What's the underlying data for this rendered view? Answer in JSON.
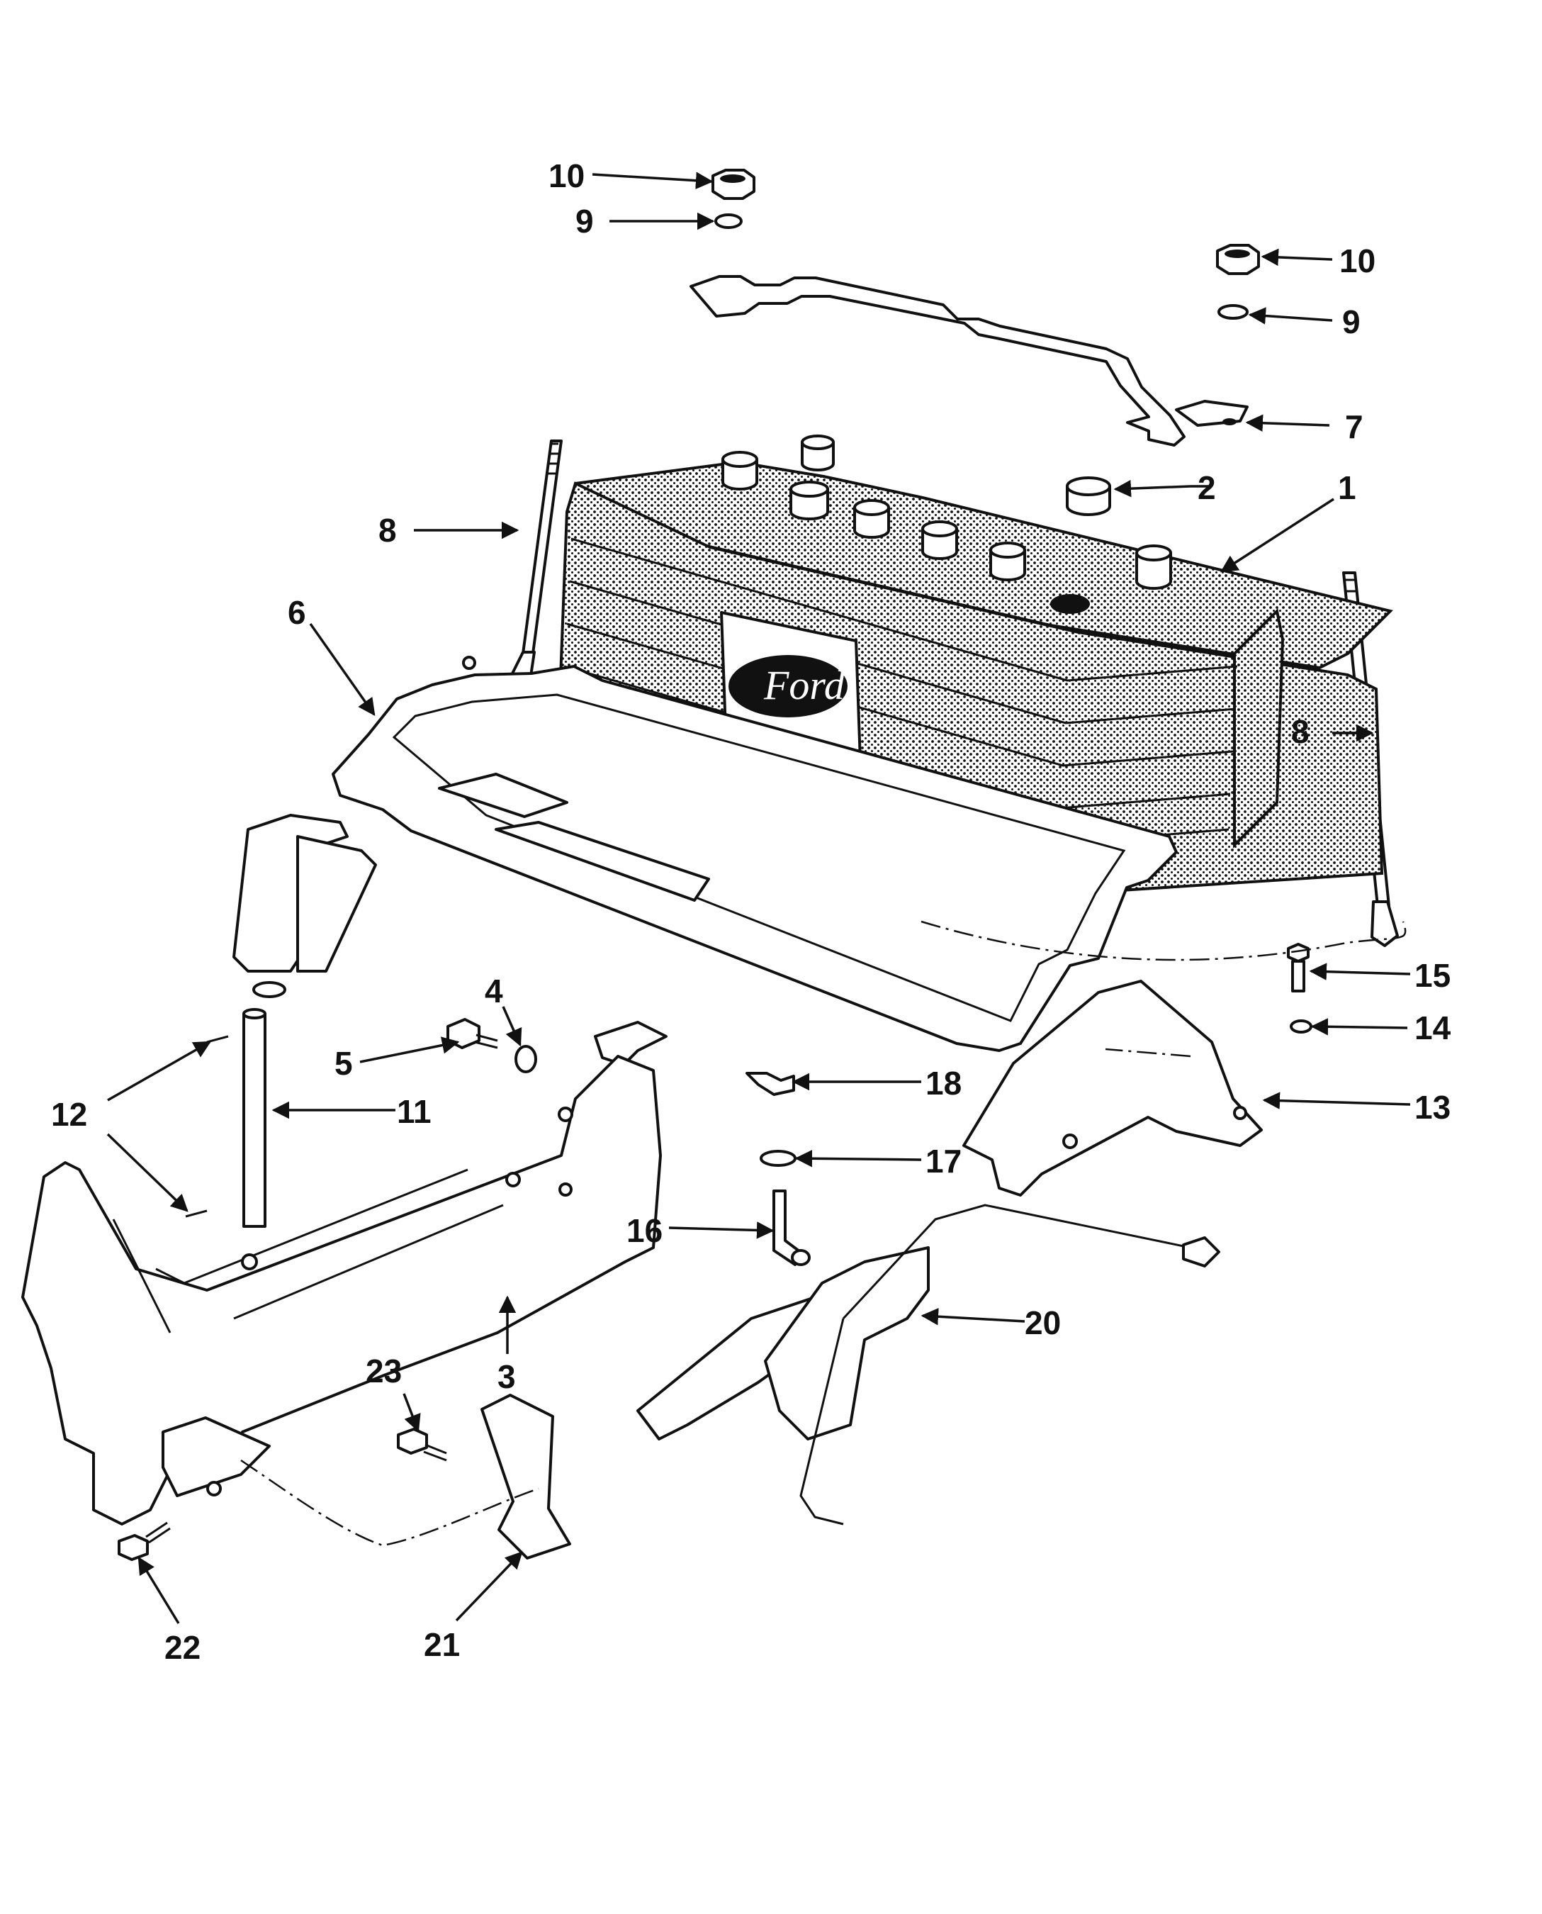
{
  "diagram": {
    "battery_logo": "Ford",
    "callouts": [
      {
        "id": "c1",
        "label": "1"
      },
      {
        "id": "c2",
        "label": "2"
      },
      {
        "id": "c3",
        "label": "3"
      },
      {
        "id": "c4",
        "label": "4"
      },
      {
        "id": "c5",
        "label": "5"
      },
      {
        "id": "c6",
        "label": "6"
      },
      {
        "id": "c7",
        "label": "7"
      },
      {
        "id": "c8a",
        "label": "8"
      },
      {
        "id": "c8b",
        "label": "8"
      },
      {
        "id": "c9a",
        "label": "9"
      },
      {
        "id": "c9b",
        "label": "9"
      },
      {
        "id": "c10a",
        "label": "10"
      },
      {
        "id": "c10b",
        "label": "10"
      },
      {
        "id": "c11",
        "label": "11"
      },
      {
        "id": "c12",
        "label": "12"
      },
      {
        "id": "c13",
        "label": "13"
      },
      {
        "id": "c14",
        "label": "14"
      },
      {
        "id": "c15",
        "label": "15"
      },
      {
        "id": "c16",
        "label": "16"
      },
      {
        "id": "c17",
        "label": "17"
      },
      {
        "id": "c18",
        "label": "18"
      },
      {
        "id": "c20",
        "label": "20"
      },
      {
        "id": "c21",
        "label": "21"
      },
      {
        "id": "c22",
        "label": "22"
      },
      {
        "id": "c23",
        "label": "23"
      }
    ]
  },
  "colors": {
    "ink": "#111111",
    "paper": "#ffffff"
  }
}
